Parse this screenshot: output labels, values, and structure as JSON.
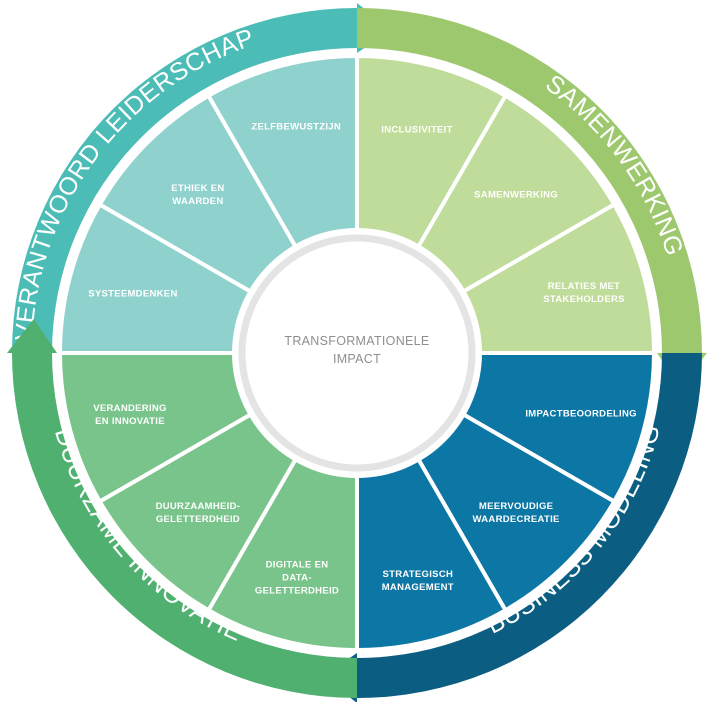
{
  "center": {
    "lines": [
      "TRANSFORMATIONELE",
      "IMPACT"
    ]
  },
  "quadrants": [
    {
      "id": "verantwoord-leiderschap",
      "title": "VERANTWOORD LEIDERSCHAP",
      "ring_color": "#4bbcb6",
      "segment_color": "#8fd1cd",
      "segments": [
        {
          "id": "systeemdenken",
          "lines": [
            "SYSTEEMDENKEN"
          ]
        },
        {
          "id": "ethiek-en-waarden",
          "lines": [
            "ETHIEK EN",
            "WAARDEN"
          ]
        },
        {
          "id": "zelfbewustzijn",
          "lines": [
            "ZELFBEWUSTZIJN"
          ]
        }
      ]
    },
    {
      "id": "samenwerking",
      "title": "SAMENWERKING",
      "ring_color": "#9dc86e",
      "segment_color": "#c0dc9a",
      "segments": [
        {
          "id": "inclusiviteit",
          "lines": [
            "INCLUSIVITEIT"
          ]
        },
        {
          "id": "samenwerking",
          "lines": [
            "SAMENWERKING"
          ]
        },
        {
          "id": "relaties-met-stakeholders",
          "lines": [
            "RELATIES MET",
            "STAKEHOLDERS"
          ]
        }
      ]
    },
    {
      "id": "business-modeling",
      "title": "BUSINESS MODELING",
      "ring_color": "#0b5e82",
      "segment_color": "#0c77a5",
      "segments": [
        {
          "id": "impactbeoordeling",
          "lines": [
            "IMPACTBEOORDELING"
          ]
        },
        {
          "id": "meervoudige-waardecreatie",
          "lines": [
            "MEERVOUDIGE",
            "WAARDECREATIE"
          ]
        },
        {
          "id": "strategisch-management",
          "lines": [
            "STRATEGISCH",
            "MANAGEMENT"
          ]
        }
      ]
    },
    {
      "id": "duurzame-innovatie",
      "title": "DUURZAME INNOVATIE",
      "ring_color": "#50b070",
      "segment_color": "#79c48b",
      "segments": [
        {
          "id": "digitale-en-data-geletterdheid",
          "lines": [
            "DIGITALE EN",
            "DATA-",
            "GELETTERDHEID"
          ]
        },
        {
          "id": "duurzaamheid-geletterdheid",
          "lines": [
            "DUURZAAMHEID-",
            "GELETTERDHEID"
          ]
        },
        {
          "id": "verandering-en-innovatie",
          "lines": [
            "VERANDERING",
            "EN INNOVATIE"
          ]
        }
      ]
    }
  ]
}
